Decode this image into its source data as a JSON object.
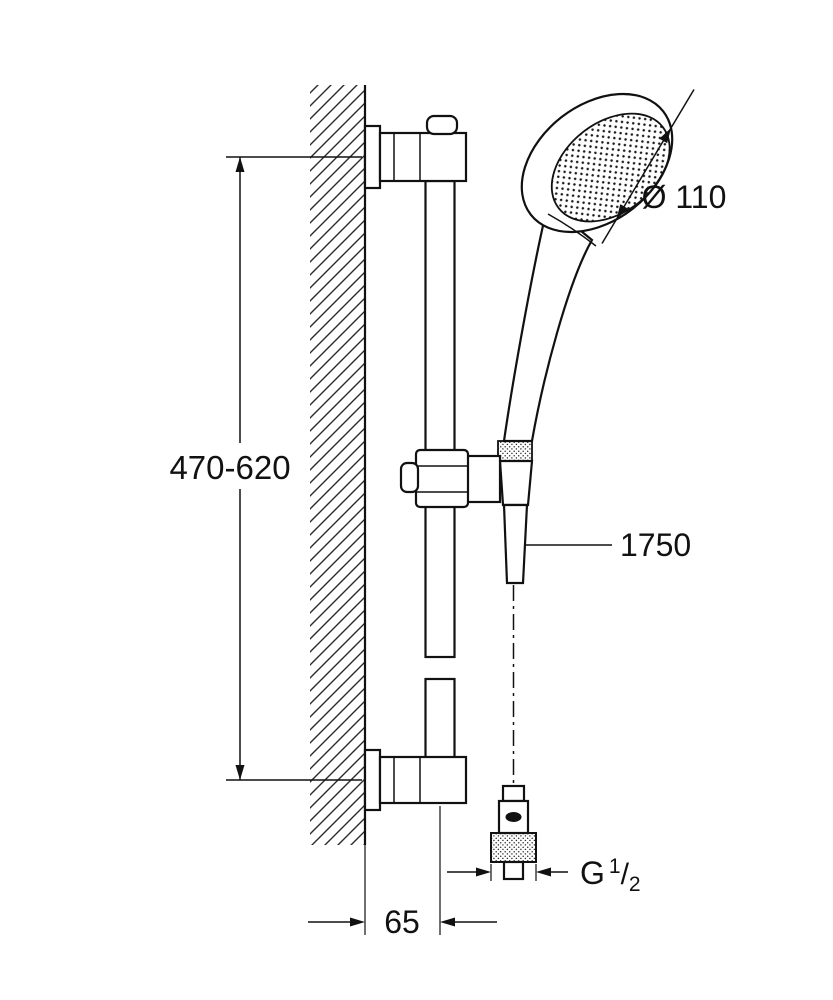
{
  "colors": {
    "background": "#ffffff",
    "line": "#111111",
    "hatch": "#2b2b2b"
  },
  "drawing": {
    "labels": {
      "height_range": "470-620",
      "diameter": "Ø 110",
      "hose_length": "1750",
      "thread_prefix": "G",
      "thread_numerator": "1",
      "thread_slash": "/",
      "thread_denominator": "2",
      "wall_offset": "65"
    }
  }
}
